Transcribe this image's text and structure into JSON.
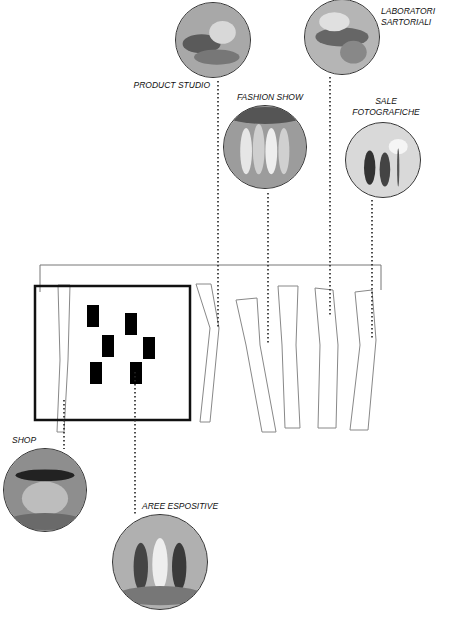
{
  "diagram": {
    "nodes": [
      {
        "text": [
          "PRODUCT STUDIO"
        ]
      },
      {
        "text": [
          "LABORATORI SARTORIALI"
        ]
      },
      {
        "text": [
          "FASHION SHOW"
        ]
      },
      {
        "text": [
          "SALE FOTOGRAFICHE"
        ]
      },
      {
        "text": [
          "SHOP"
        ]
      },
      {
        "text": [
          "AREE ESPOSITIVE"
        ]
      }
    ]
  }
}
